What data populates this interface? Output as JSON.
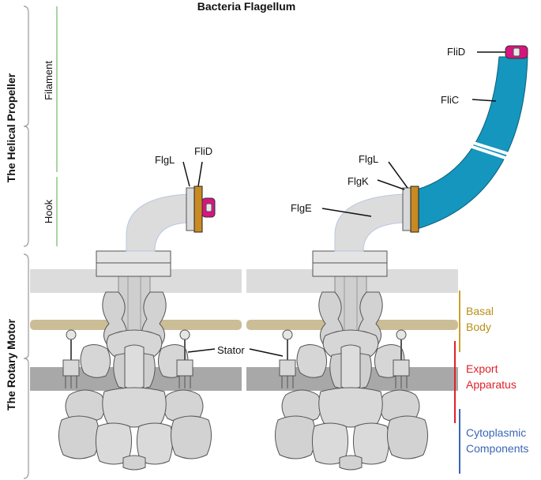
{
  "title": "Bacteria Flagellum",
  "side_labels": {
    "helical_propeller": "The Helical Propeller",
    "rotary_motor": "The Rotary Motor"
  },
  "sub_labels": {
    "filament": "Filament",
    "hook": "Hook"
  },
  "left_structure": {
    "flgl": "FlgL",
    "flid": "FliD",
    "stator": "Stator"
  },
  "right_structure": {
    "flid": "FliD",
    "flic": "FliC",
    "flgl": "FlgL",
    "flgk": "FlgK",
    "flge": "FlgE"
  },
  "regions": {
    "basal_body": [
      "Basal",
      "Body"
    ],
    "export_apparatus": [
      "Export",
      "Apparatus"
    ],
    "cytoplasmic": [
      "Cytoplasmic",
      "Components"
    ]
  },
  "colors": {
    "membrane_outer": "#dcdcdc",
    "peptidoglycan": "#cbbd96",
    "membrane_inner": "#a8a8a8",
    "protein_gray": "#d6d6d6",
    "filament_blue": "#1596be",
    "cap_magenta": "#d6157e",
    "flgl_orange": "#c98a23",
    "basal_line": "#c9a227",
    "export_line": "#e0202a",
    "cyto_line": "#3a66b5",
    "bracket_green": "#8cc784"
  }
}
